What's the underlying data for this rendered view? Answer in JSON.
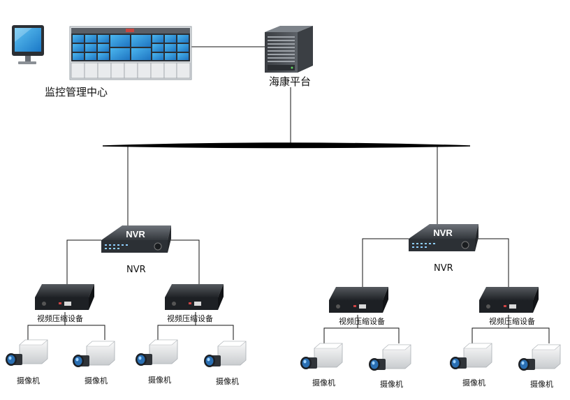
{
  "center": {
    "label": "监控管理中心"
  },
  "platform": {
    "label": "海康平台"
  },
  "nvrs": [
    {
      "face_label": "NVR",
      "label": "NVR"
    },
    {
      "face_label": "NVR",
      "label": "NVR"
    }
  ],
  "encoders": [
    {
      "label": "视频压缩设备"
    },
    {
      "label": "视频压缩设备"
    },
    {
      "label": "视频压缩设备"
    },
    {
      "label": "视频压缩设备"
    }
  ],
  "cameras": [
    {
      "label": "摄像机"
    },
    {
      "label": "摄像机"
    },
    {
      "label": "摄像机"
    },
    {
      "label": "摄像机"
    },
    {
      "label": "摄像机"
    },
    {
      "label": "摄像机"
    },
    {
      "label": "摄像机"
    },
    {
      "label": "摄像机"
    }
  ]
}
